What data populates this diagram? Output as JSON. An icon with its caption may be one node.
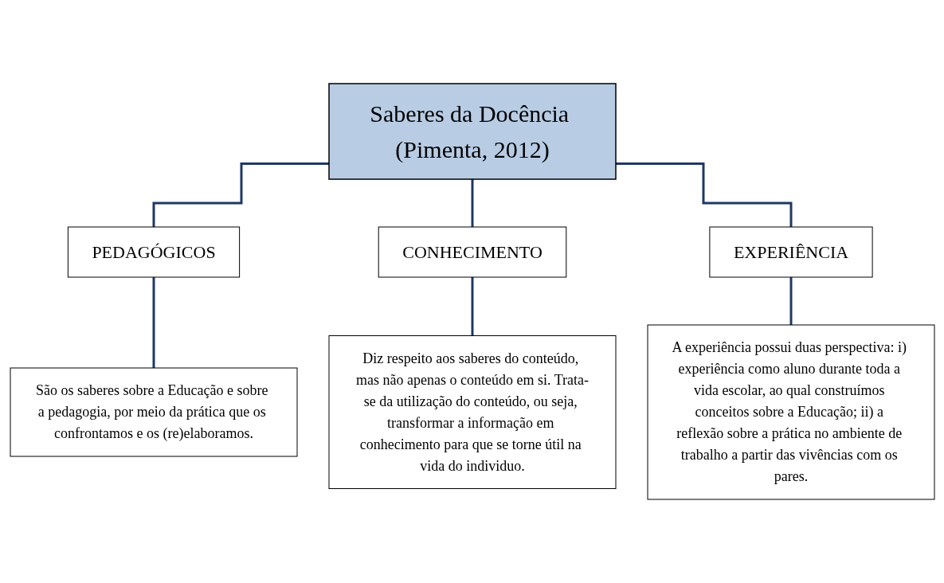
{
  "diagram": {
    "nodes": [
      {
        "text": [
          "Saberes da Docência (Pimenta, 2012)"
        ]
      },
      {
        "text": [
          "PEDAGÓGICOS"
        ]
      },
      {
        "text": [
          "CONHECIMENTO"
        ]
      },
      {
        "text": [
          "EXPERIÊNCIA"
        ]
      },
      {
        "text": [
          "São os saberes sobre a Educação e sobre a pedagogia, por meio da prática que os confrontamos e os (re)elaboramos."
        ]
      },
      {
        "text": [
          "Diz respeito aos saberes do conteúdo, mas não apenas o conteúdo em si. Trata-se da utilização do conteúdo, ou seja, transformar a informação em conhecimento para que se torne útil na vida do individuo."
        ]
      },
      {
        "text": [
          "A experiência possui duas perspectiva: i) experiência como aluno durante toda a vida escolar, ao qual construímos conceitos sobre a Educação; ii) a reflexão sobre a prática no ambiente de trabalho a partir das vivências com os pares."
        ]
      }
    ],
    "edges": [
      {
        "from": 0,
        "to": 1,
        "arrow": "none",
        "color": "#1f3864"
      },
      {
        "from": 0,
        "to": 2,
        "arrow": "none",
        "color": "#1f3864"
      },
      {
        "from": 0,
        "to": 3,
        "arrow": "none",
        "color": "#1f3864"
      },
      {
        "from": 1,
        "to": 4,
        "arrow": "none",
        "color": "#1f3864"
      },
      {
        "from": 2,
        "to": 5,
        "arrow": "none",
        "color": "#1f3864"
      },
      {
        "from": 3,
        "to": 6,
        "arrow": "none",
        "color": "#1f3864"
      }
    ]
  }
}
